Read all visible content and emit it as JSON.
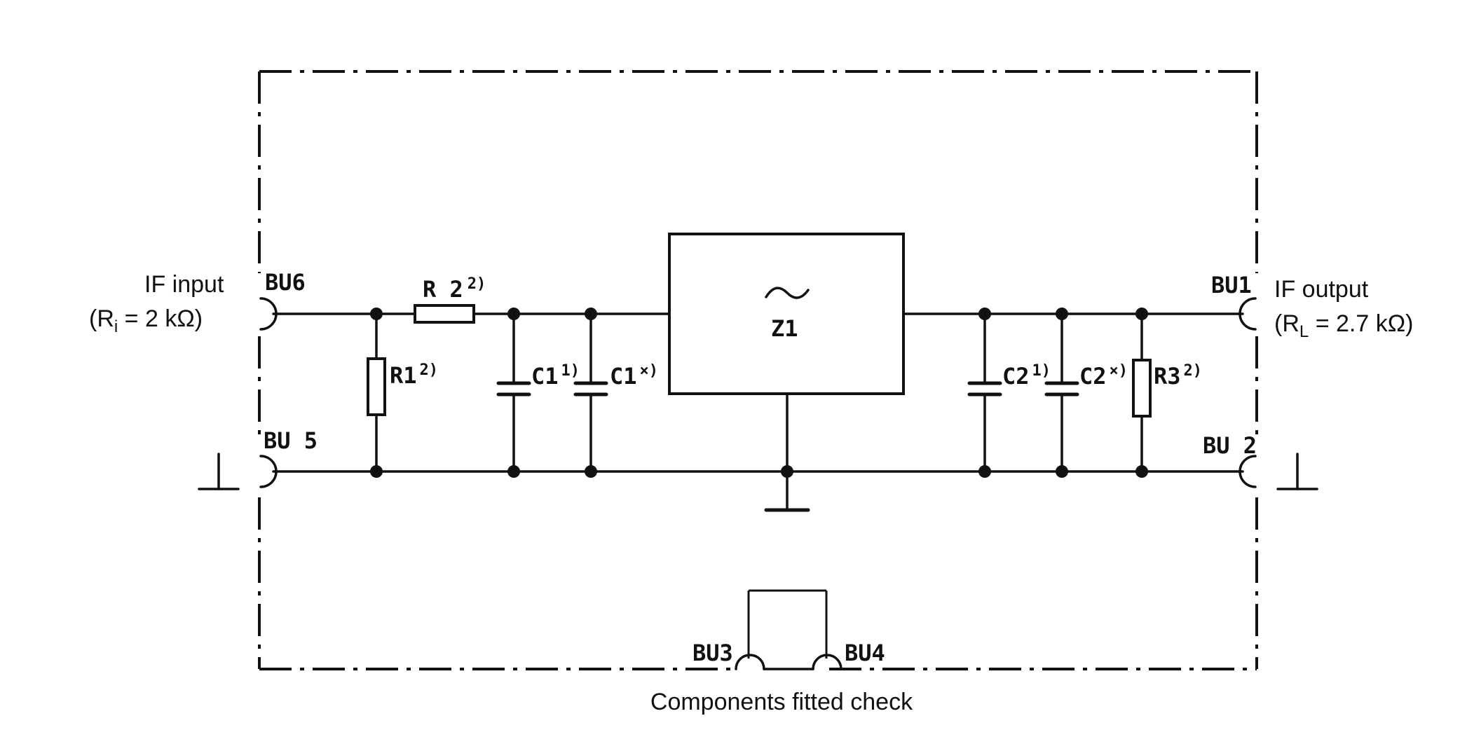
{
  "left_port": {
    "line1": "IF input",
    "line2": "(R",
    "line2_sub": "i",
    "line2_rest": " = 2 kΩ)"
  },
  "right_port": {
    "line1": "IF output",
    "line2": "(R",
    "line2_sub": "L",
    "line2_rest": " = 2.7 kΩ)"
  },
  "sockets": {
    "bu1": "BU1",
    "bu2": "BU 2",
    "bu3": "BU3",
    "bu4": "BU4",
    "bu5": "BU 5",
    "bu6": "BU6"
  },
  "components": {
    "r1": "R1",
    "r1_note": "2)",
    "r2": "R 2",
    "r2_note": "2)",
    "r3": "R3",
    "r3_note": "2)",
    "c1": "C1",
    "c1_note": "1)",
    "c1x": "C1",
    "c1x_note": "×)",
    "c2": "C2",
    "c2_note": "1)",
    "c2x": "C2",
    "c2x_note": "×)",
    "z1": "Z1",
    "z1_symbol": "~"
  },
  "caption": "Components fitted check"
}
